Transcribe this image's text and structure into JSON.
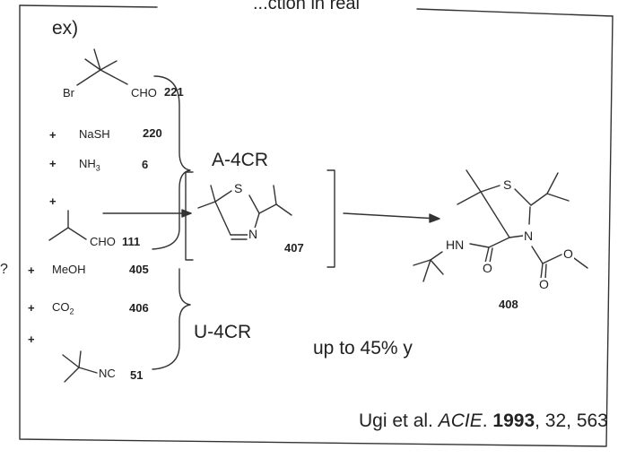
{
  "header_partial": "...ction in real",
  "left_edge_mark": "?",
  "example_label": "ex)",
  "reagents": {
    "bromo_aldehyde": {
      "group_left": "Br",
      "group_right": "CHO",
      "number": "221"
    },
    "sodium_hydrosulfide": {
      "plus": "+",
      "formula": "NaSH",
      "number": "220"
    },
    "ammonia": {
      "plus": "+",
      "formula_main": "NH",
      "formula_sub": "3",
      "number": "6"
    },
    "isobutyraldehyde": {
      "plus": "+",
      "group": "CHO",
      "number": "111"
    },
    "methanol": {
      "plus": "+",
      "formula": "MeOH",
      "number": "405"
    },
    "carbon_dioxide": {
      "plus": "+",
      "formula_main": "CO",
      "formula_sub": "2",
      "number": "406"
    },
    "isocyanide": {
      "plus": "+",
      "group": "NC",
      "number": "51"
    }
  },
  "reaction_labels": {
    "first": "A-4CR",
    "second": "U-4CR"
  },
  "intermediate": {
    "atoms": {
      "sulfur": "S",
      "nitrogen": "N"
    },
    "number": "407"
  },
  "product": {
    "atoms": {
      "sulfur": "S",
      "nitrogen": "N",
      "amide_nh": "HN",
      "oxygen_amide": "O",
      "oxygen_carbamate": "O",
      "oxygen_ester": "O"
    },
    "number": "408"
  },
  "yield_text": "up to 45% y",
  "citation": {
    "authors": "Ugi et al. ",
    "journal": "ACIE",
    "dot": ". ",
    "year": "1993",
    "volume_pages": ", 32, 563"
  }
}
